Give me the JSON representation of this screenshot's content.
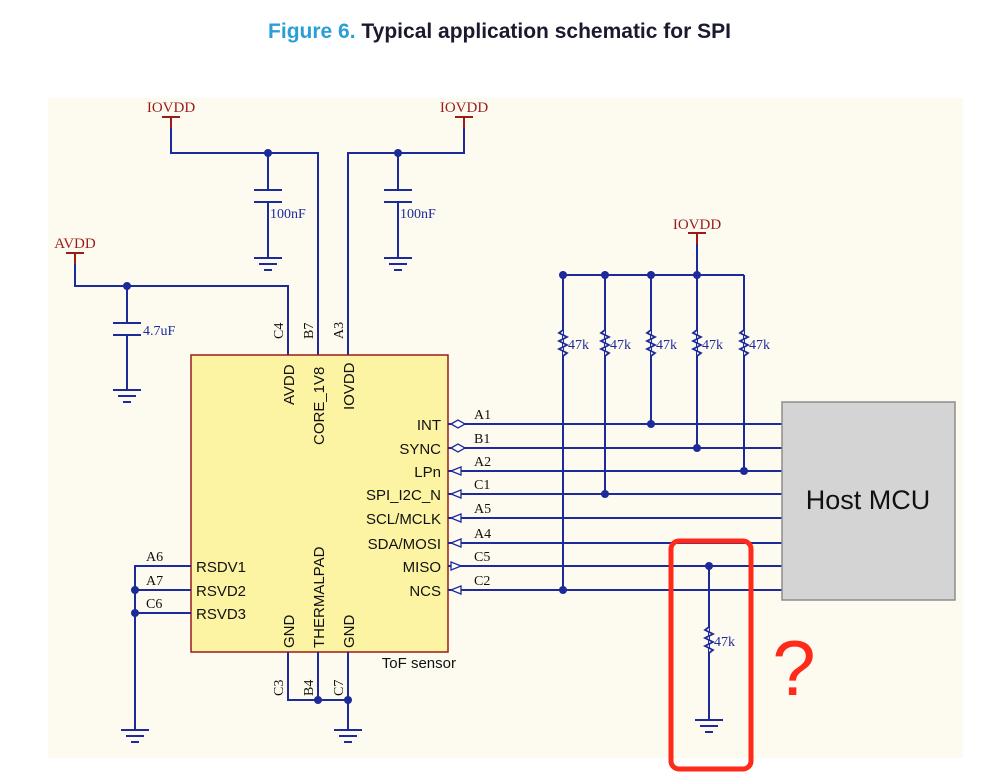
{
  "caption": {
    "figure": "Figure 6.",
    "title": "Typical application schematic for SPI"
  },
  "power": {
    "iovdd": "IOVDD",
    "avdd": "AVDD"
  },
  "caps": {
    "c1": "100nF",
    "c2": "100nF",
    "c3": "4.7uF"
  },
  "pullups": [
    "47k",
    "47k",
    "47k",
    "47k",
    "47k"
  ],
  "pulldown": "47k",
  "chip": {
    "name": "ToF sensor",
    "top_pins": [
      {
        "ball": "C4",
        "name": "AVDD"
      },
      {
        "ball": "B7",
        "name": "CORE_1V8"
      },
      {
        "ball": "A3",
        "name": "IOVDD"
      }
    ],
    "right_pins": [
      {
        "ball": "A1",
        "name": "INT"
      },
      {
        "ball": "B1",
        "name": "SYNC"
      },
      {
        "ball": "A2",
        "name": "LPn"
      },
      {
        "ball": "C1",
        "name": "SPI_I2C_N"
      },
      {
        "ball": "A5",
        "name": "SCL/MCLK"
      },
      {
        "ball": "A4",
        "name": "SDA/MOSI"
      },
      {
        "ball": "C5",
        "name": "MISO"
      },
      {
        "ball": "C2",
        "name": "NCS"
      }
    ],
    "left_pins": [
      {
        "ball": "A6",
        "name": "RSDV1"
      },
      {
        "ball": "A7",
        "name": "RSVD2"
      },
      {
        "ball": "C6",
        "name": "RSVD3"
      }
    ],
    "bottom_pins": [
      {
        "ball": "C3",
        "name": "GND"
      },
      {
        "ball": "B4",
        "name": "THERMALPAD"
      },
      {
        "ball": "C7",
        "name": "GND"
      }
    ]
  },
  "host": "Host MCU",
  "question_mark": "?"
}
